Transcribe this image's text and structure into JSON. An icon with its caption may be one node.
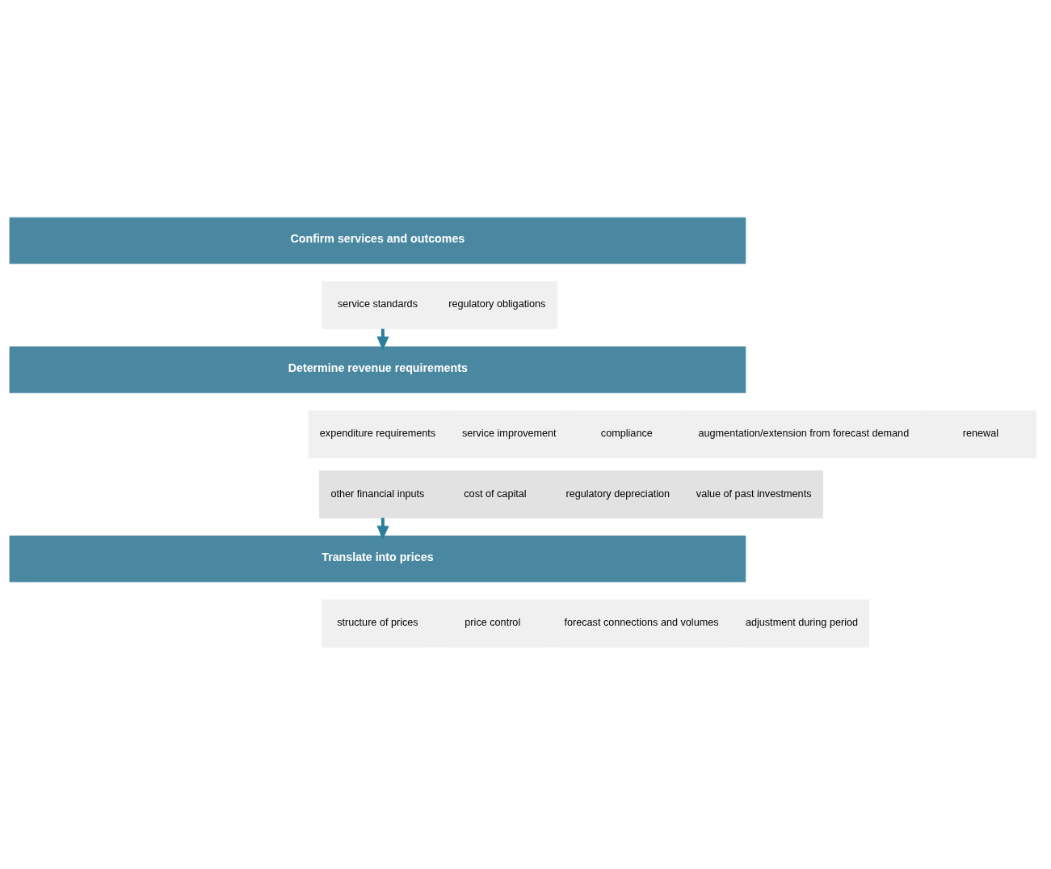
{
  "diagram": {
    "nodes": [
      {
        "text": [
          "Confirm services and outcomes"
        ]
      },
      {
        "text": [],
        "shape": "box"
      },
      {
        "text": [
          "service standards"
        ],
        "in": 1
      },
      {
        "text": [
          "regulatory obligations"
        ],
        "in": 1
      },
      {
        "text": [
          "Determine revenue requirements"
        ]
      },
      {
        "text": [],
        "shape": "box"
      },
      {
        "text": [
          "expenditure requirements"
        ],
        "in": 5
      },
      {
        "text": [
          "service improvement"
        ],
        "in": 5
      },
      {
        "text": [
          "compliance"
        ],
        "in": 5
      },
      {
        "text": [
          "augmentation/extension from forecast demand"
        ],
        "in": 5
      },
      {
        "text": [
          "renewal"
        ],
        "in": 5
      },
      {
        "text": [],
        "shape": "box"
      },
      {
        "text": [
          "other financial inputs"
        ],
        "in": 11
      },
      {
        "text": [
          "cost of capital"
        ],
        "in": 11
      },
      {
        "text": [
          "regulatory depreciation"
        ],
        "in": 11
      },
      {
        "text": [
          "value of past investments"
        ],
        "in": 11
      },
      {
        "text": [
          "Translate into prices"
        ]
      },
      {
        "text": [],
        "shape": "box"
      },
      {
        "text": [
          "structure of prices"
        ],
        "in": 17
      },
      {
        "text": [
          "price control"
        ],
        "in": 17
      },
      {
        "text": [
          "forecast connections and volumes"
        ],
        "in": 17
      },
      {
        "text": [
          "adjustment during period"
        ],
        "in": 17
      }
    ],
    "edges": [
      {
        "from": 1,
        "to": 4,
        "arrow": "to"
      },
      {
        "from": 11,
        "to": 16,
        "arrow": "to"
      }
    ]
  }
}
